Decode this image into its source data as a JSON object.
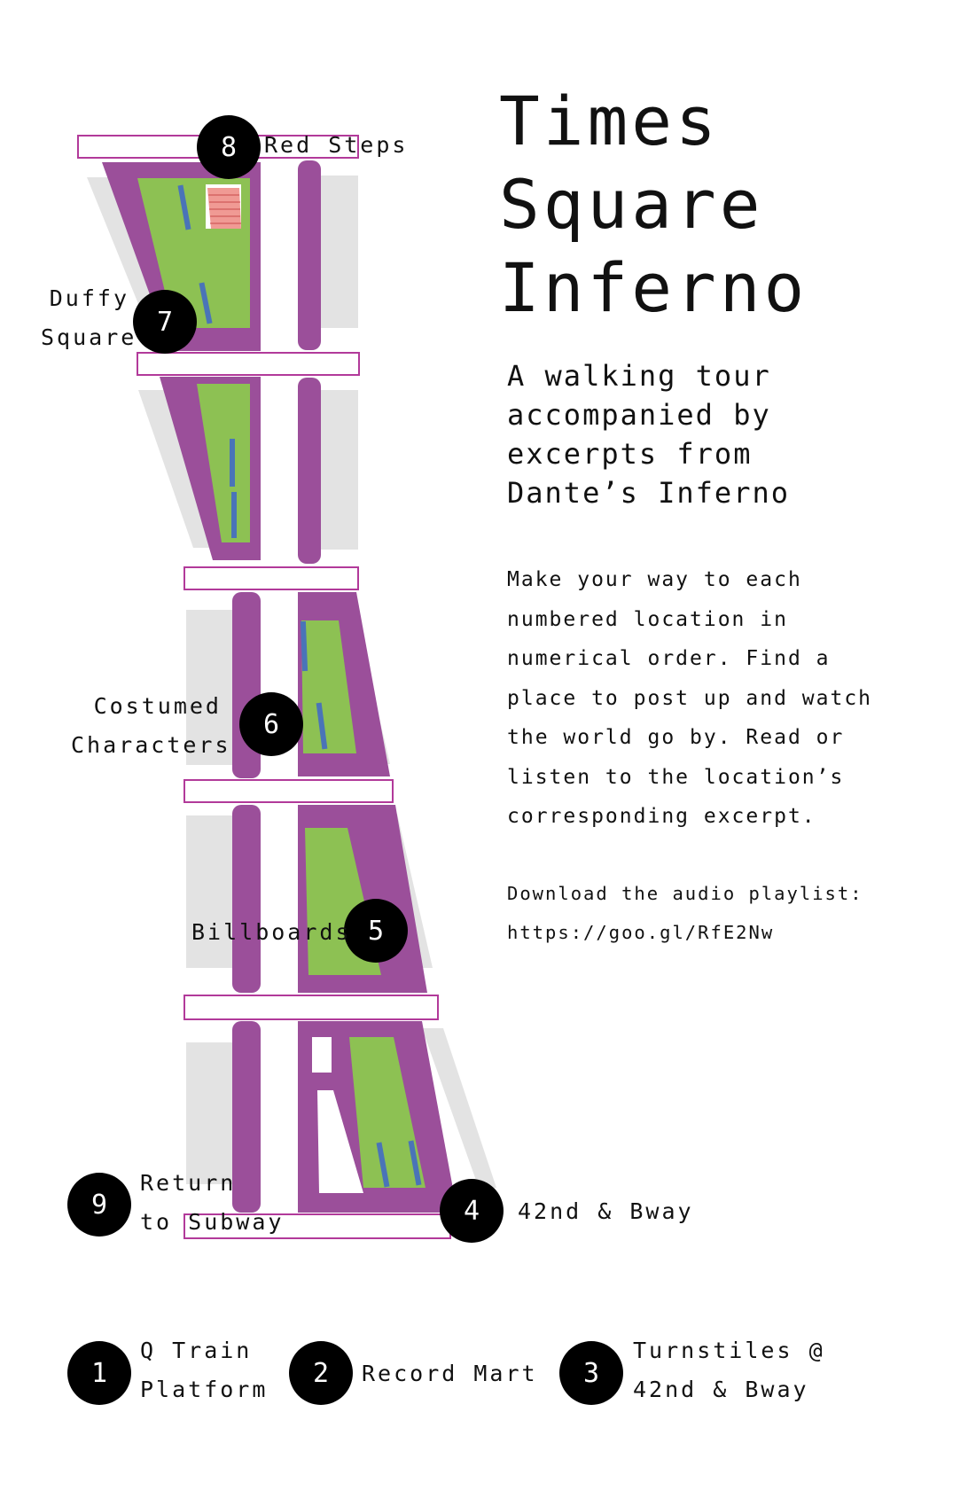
{
  "title": {
    "line1": "Times",
    "line2": "Square",
    "line3": "Inferno"
  },
  "subtitle": {
    "line1": "A walking tour",
    "line2": "accompanied by",
    "line3": "excerpts from",
    "line4": "Dante’s Inferno"
  },
  "instructions": "Make your way to each numbered location in numerical order. Find a place to post up and watch the world go by. Read or listen to the location’s corresponding excerpt.",
  "download": {
    "label": "Download the audio playlist:",
    "url": "https://goo.gl/RfE2Nw"
  },
  "stops": [
    {
      "number": "1",
      "line1": "Q Train",
      "line2": "Platform"
    },
    {
      "number": "2",
      "line1": "Record Mart",
      "line2": ""
    },
    {
      "number": "3",
      "line1": "Turnstiles @",
      "line2": "42nd & Bway"
    },
    {
      "number": "4",
      "line1": "42nd & Bway",
      "line2": ""
    },
    {
      "number": "5",
      "line1": "Billboards",
      "line2": ""
    },
    {
      "number": "6",
      "line1": "Costumed",
      "line2": "Characters"
    },
    {
      "number": "7",
      "line1": "Duffy",
      "line2": "Square"
    },
    {
      "number": "8",
      "line1": "Red Steps",
      "line2": ""
    },
    {
      "number": "9",
      "line1": "Return",
      "line2": "to Subway"
    }
  ],
  "colors": {
    "plaza": "#9b4f9a",
    "grass": "#8dc153",
    "building": "#e3e3e3",
    "crosswalk": "#b23a9a",
    "bench": "#4a74b8",
    "steps": "#f09a94",
    "marker": "#000000"
  }
}
